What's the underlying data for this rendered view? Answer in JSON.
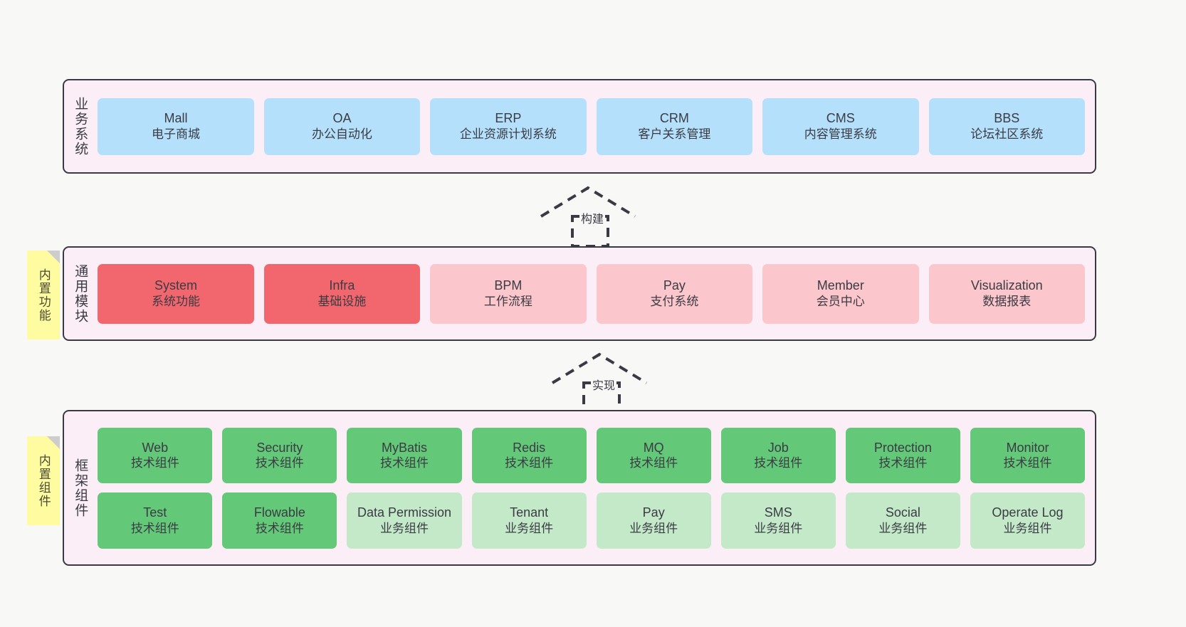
{
  "tiers": {
    "business": {
      "label": "业务系统",
      "items": [
        {
          "en": "Mall",
          "cn": "电子商城"
        },
        {
          "en": "OA",
          "cn": "办公自动化"
        },
        {
          "en": "ERP",
          "cn": "企业资源计划系统"
        },
        {
          "en": "CRM",
          "cn": "客户关系管理"
        },
        {
          "en": "CMS",
          "cn": "内容管理系统"
        },
        {
          "en": "BBS",
          "cn": "论坛社区系统"
        }
      ]
    },
    "common": {
      "label": "通用模块",
      "sticky": "内置功能",
      "items": [
        {
          "en": "System",
          "cn": "系统功能"
        },
        {
          "en": "Infra",
          "cn": "基础设施"
        },
        {
          "en": "BPM",
          "cn": "工作流程"
        },
        {
          "en": "Pay",
          "cn": "支付系统"
        },
        {
          "en": "Member",
          "cn": "会员中心"
        },
        {
          "en": "Visualization",
          "cn": "数据报表"
        }
      ]
    },
    "framework": {
      "label": "框架组件",
      "sticky": "内置组件",
      "row1": [
        {
          "en": "Web",
          "cn": "技术组件"
        },
        {
          "en": "Security",
          "cn": "技术组件"
        },
        {
          "en": "MyBatis",
          "cn": "技术组件"
        },
        {
          "en": "Redis",
          "cn": "技术组件"
        },
        {
          "en": "MQ",
          "cn": "技术组件"
        },
        {
          "en": "Job",
          "cn": "技术组件"
        },
        {
          "en": "Protection",
          "cn": "技术组件"
        },
        {
          "en": "Monitor",
          "cn": "技术组件"
        }
      ],
      "row2": [
        {
          "en": "Test",
          "cn": "技术组件"
        },
        {
          "en": "Flowable",
          "cn": "技术组件"
        },
        {
          "en": "Data Permission",
          "cn": "业务组件"
        },
        {
          "en": "Tenant",
          "cn": "业务组件"
        },
        {
          "en": "Pay",
          "cn": "业务组件"
        },
        {
          "en": "SMS",
          "cn": "业务组件"
        },
        {
          "en": "Social",
          "cn": "业务组件"
        },
        {
          "en": "Operate Log",
          "cn": "业务组件"
        }
      ]
    }
  },
  "connectors": {
    "build": "构建",
    "implement": "实现"
  },
  "colors": {
    "panel_background": "#fbeef6",
    "panel_border": "#3a3a44",
    "business_cell": "#b5e0fb",
    "common_cell_primary": "#f2676d",
    "common_cell_secondary": "#fbc6cc",
    "framework_cell_technical": "#63c878",
    "framework_cell_business": "#c3e9c9",
    "sticky_note": "#fffba1",
    "sticky_fold": "#cdcdcd",
    "canvas_background": "#f8f8f7"
  }
}
